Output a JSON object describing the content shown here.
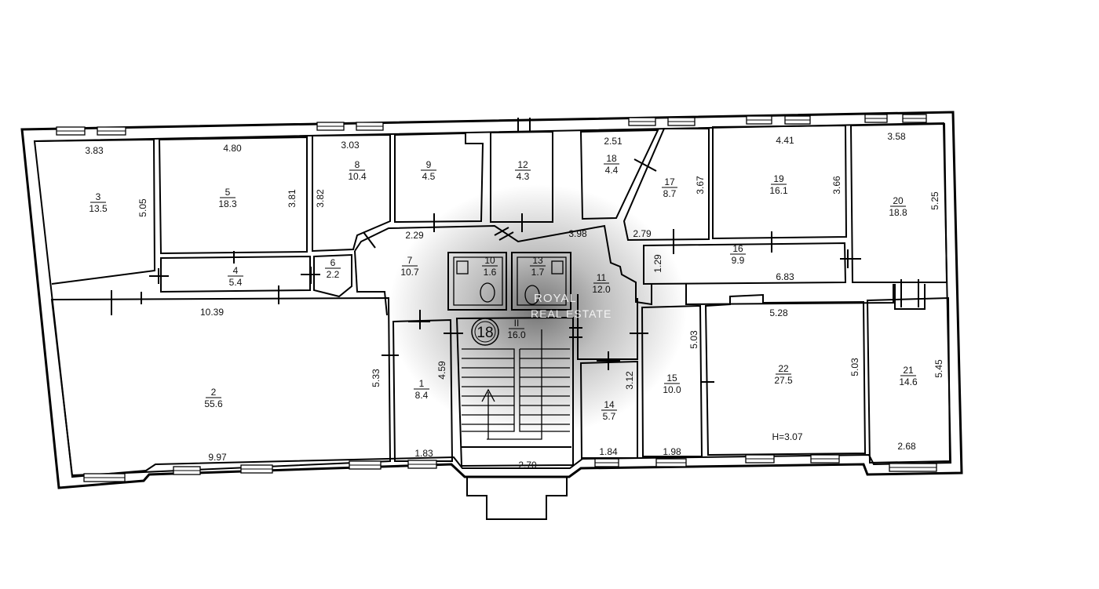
{
  "rooms": [
    {
      "id": "1",
      "num": "1",
      "area": "8.4"
    },
    {
      "id": "2",
      "num": "2",
      "area": "55.6"
    },
    {
      "id": "3",
      "num": "3",
      "area": "13.5"
    },
    {
      "id": "4",
      "num": "4",
      "area": "5.4"
    },
    {
      "id": "5",
      "num": "5",
      "area": "18.3"
    },
    {
      "id": "6",
      "num": "6",
      "area": "2.2"
    },
    {
      "id": "7",
      "num": "7",
      "area": "10.7"
    },
    {
      "id": "8",
      "num": "8",
      "area": "10.4"
    },
    {
      "id": "9",
      "num": "9",
      "area": "4.5"
    },
    {
      "id": "10",
      "num": "10",
      "area": "1.6"
    },
    {
      "id": "11",
      "num": "11",
      "area": "12.0"
    },
    {
      "id": "12",
      "num": "12",
      "area": "4.3"
    },
    {
      "id": "13",
      "num": "13",
      "area": "1.7"
    },
    {
      "id": "14",
      "num": "14",
      "area": "5.7"
    },
    {
      "id": "15",
      "num": "15",
      "area": "10.0"
    },
    {
      "id": "16",
      "num": "16",
      "area": "9.9"
    },
    {
      "id": "17",
      "num": "17",
      "area": "8.7"
    },
    {
      "id": "18",
      "num": "18",
      "area": "4.4"
    },
    {
      "id": "19",
      "num": "19",
      "area": "16.1"
    },
    {
      "id": "20",
      "num": "20",
      "area": "18.8"
    },
    {
      "id": "21",
      "num": "21",
      "area": "14.6"
    },
    {
      "id": "22",
      "num": "22",
      "area": "27.5"
    },
    {
      "id": "stair",
      "num": "II",
      "area": "16.0"
    }
  ],
  "dimensions": {
    "d1": "3.83",
    "d2": "5.05",
    "d3": "4.80",
    "d4": "3.81",
    "d5": "3.03",
    "d6": "3.82",
    "d7": "2.29",
    "d8": "3.98",
    "d9": "2.51",
    "d10": "3.67",
    "d11": "2.79",
    "d12": "4.41",
    "d13": "3.66",
    "d14": "3.58",
    "d15": "5.25",
    "d16": "1.29",
    "d17": "6.83",
    "d18": "10.39",
    "d19": "5.33",
    "d20": "9.97",
    "d21": "4.59",
    "d22": "1.83",
    "d23": "2.70",
    "d24": "3.12",
    "d25": "1.84",
    "d26": "5.03",
    "d27": "1.98",
    "d28": "5.28",
    "d29": "5.03",
    "d30": "5.45",
    "d31": "2.68"
  },
  "ceiling_height": "H=3.07",
  "stair_marker": "18",
  "watermark": {
    "line1": "ROYAL",
    "line2": "REAL ESTATE"
  }
}
